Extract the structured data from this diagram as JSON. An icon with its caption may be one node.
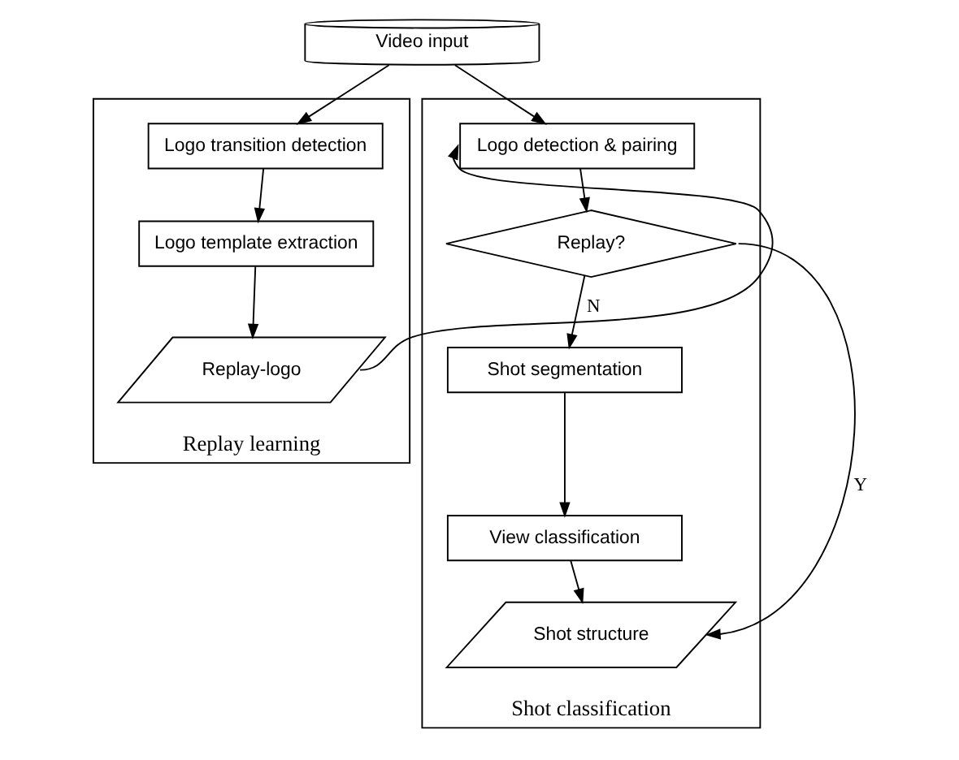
{
  "diagram": {
    "nodes": [
      {
        "text": [
          "Replay learning"
        ]
      },
      {
        "text": [
          "Shot classification"
        ]
      },
      {
        "text": [
          "Video input"
        ]
      },
      {
        "text": [
          "Logo transition detection"
        ],
        "in": 0
      },
      {
        "text": [
          "Logo template extraction"
        ],
        "in": 0
      },
      {
        "text": [
          "Replay-logo"
        ],
        "in": 0
      },
      {
        "text": [
          "Logo detection & pairing"
        ],
        "in": 1
      },
      {
        "text": [
          "Replay?"
        ],
        "in": 1
      },
      {
        "text": [
          "Shot segmentation"
        ],
        "in": 1
      },
      {
        "text": [
          "View classification"
        ],
        "in": 1
      },
      {
        "text": [
          "Shot structure"
        ],
        "in": 1
      }
    ],
    "edges": [
      {
        "from": 2,
        "to": 3,
        "arrow": "to"
      },
      {
        "from": 2,
        "to": 6,
        "arrow": "to"
      },
      {
        "from": 3,
        "to": 4,
        "arrow": "to"
      },
      {
        "from": 4,
        "to": 5,
        "arrow": "to"
      },
      {
        "from": 5,
        "to": 6,
        "arrow": "to"
      },
      {
        "from": 6,
        "to": 7,
        "arrow": "to"
      },
      {
        "from": 7,
        "to": 8,
        "label": "N",
        "arrow": "to"
      },
      {
        "from": 7,
        "to": 10,
        "label": "Y",
        "arrow": "to"
      },
      {
        "from": 8,
        "to": 9,
        "arrow": "to"
      },
      {
        "from": 9,
        "to": 10,
        "arrow": "to"
      }
    ]
  }
}
